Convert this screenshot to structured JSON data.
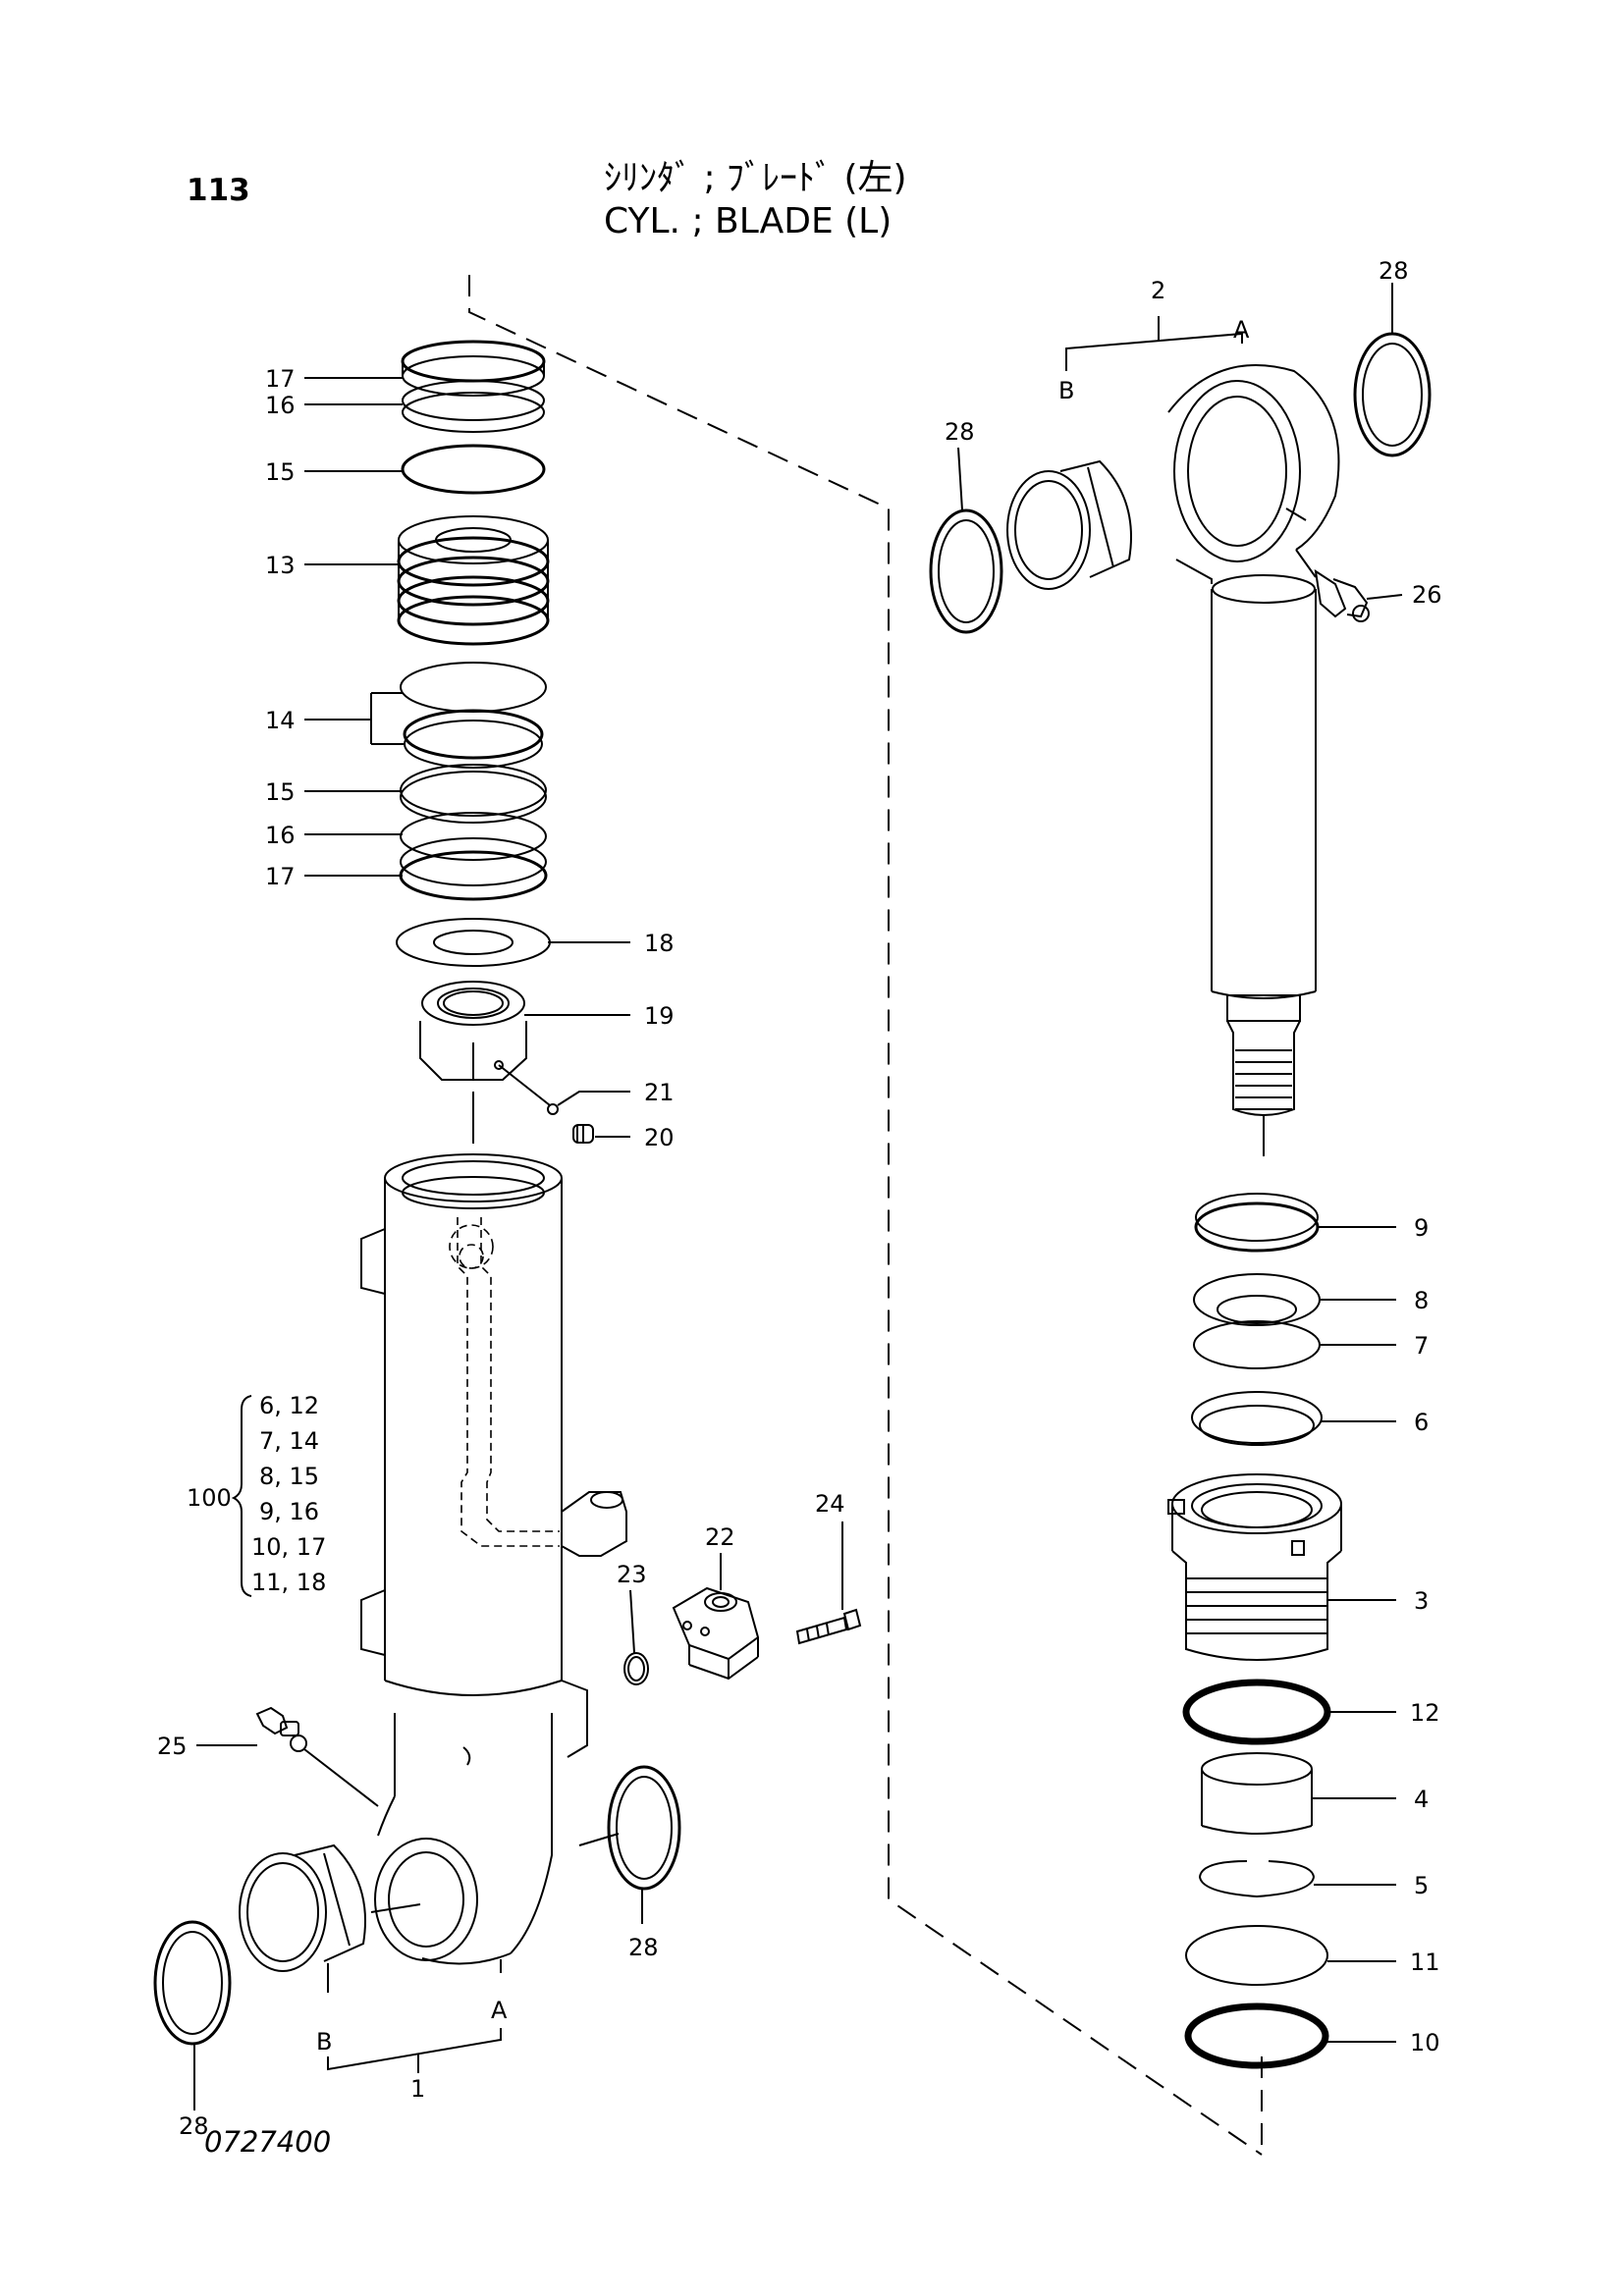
{
  "header": {
    "page_number": "113",
    "title_jp": "ｼﾘﾝﾀﾞ ; ﾌﾞﾚｰﾄﾞ (左)",
    "title_en": "CYL. ; BLADE (L)"
  },
  "footer": {
    "drawing_number": "0727400"
  },
  "callouts": {
    "c1": "1",
    "c2": "2",
    "c3": "3",
    "c4": "4",
    "c5": "5",
    "c6": "6",
    "c7": "7",
    "c8": "8",
    "c9": "9",
    "c10": "10",
    "c11": "11",
    "c12": "12",
    "c13": "13",
    "c14": "14",
    "c15a": "15",
    "c15b": "15",
    "c16a": "16",
    "c16b": "16",
    "c17a": "17",
    "c17b": "17",
    "c18": "18",
    "c19": "19",
    "c20": "20",
    "c21": "21",
    "c22": "22",
    "c23": "23",
    "c24": "24",
    "c25": "25",
    "c26": "26",
    "c28a": "28",
    "c28b": "28",
    "c28c": "28",
    "c28d": "28",
    "c100": "100",
    "markA1": "A",
    "markB1": "B",
    "markA2": "A",
    "markB2": "B"
  },
  "kit_100": [
    "6, 12",
    "7, 14",
    "8, 15",
    "9, 16",
    "10, 17",
    "11, 18"
  ]
}
